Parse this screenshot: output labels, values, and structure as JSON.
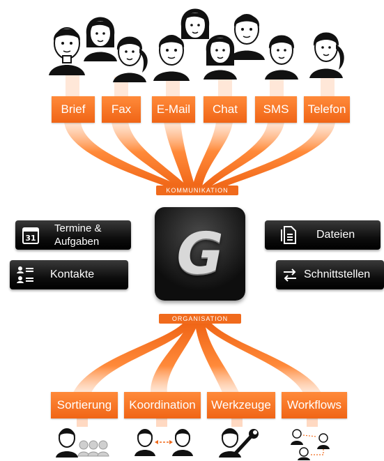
{
  "colors": {
    "accent": "#f06a1c",
    "accent_light": "#ffb68a",
    "tile_dark": "#111111",
    "text_on_dark": "#ffffff"
  },
  "communication": {
    "section_label": "KOMMUNIKATION",
    "channels": [
      "Brief",
      "Fax",
      "E-Mail",
      "Chat",
      "SMS",
      "Telefon"
    ]
  },
  "core": {
    "logo_letter": "G",
    "left_tiles": [
      {
        "line1": "Termine &",
        "line2": "Aufgaben",
        "icon": "calendar-icon",
        "icon_text": "31"
      },
      {
        "label": "Kontakte",
        "icon": "contacts-icon"
      }
    ],
    "right_tiles": [
      {
        "label": "Dateien",
        "icon": "document-icon"
      },
      {
        "label": "Schnittstellen",
        "icon": "swap-arrows-icon"
      }
    ]
  },
  "organisation": {
    "section_label": "ORGANISATION",
    "functions": [
      "Sortierung",
      "Koordination",
      "Werkzeuge",
      "Workflows"
    ]
  }
}
